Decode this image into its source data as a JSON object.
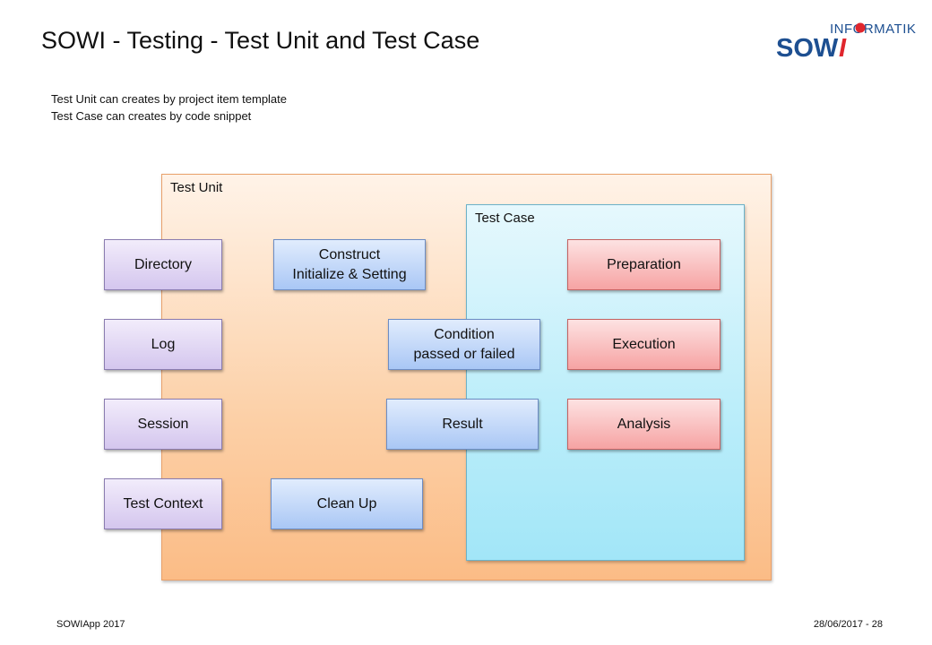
{
  "header": {
    "title": "SOWI - Testing - Test Unit and Test Case",
    "logo": {
      "top": "INFORMATIK",
      "main_left": "SOW",
      "main_right": "I"
    }
  },
  "notes": [
    "Test Unit can creates by project item template",
    "Test Case can creates by code snippet"
  ],
  "diagram": {
    "unit_label": "Test Unit",
    "case_label": "Test Case",
    "unit_items": [
      "Directory",
      "Log",
      "Session",
      "Test Context"
    ],
    "flow_items": {
      "construct": "Construct\nInitialize & Setting",
      "condition": "Condition\npassed or failed",
      "result": "Result",
      "cleanup": "Clean Up"
    },
    "case_items": [
      "Preparation",
      "Execution",
      "Analysis"
    ]
  },
  "footer": {
    "left": "SOWIApp 2017",
    "right": "28/06/2017 - 28"
  },
  "colors": {
    "logo_blue": "#1d4f91",
    "logo_red": "#e0262d",
    "unit_fill": "#fbbc86",
    "case_fill": "#a2e6f8",
    "purple_box": "#d4c6ee",
    "blue_box": "#a9c7f5",
    "red_box": "#f6a3a3"
  }
}
